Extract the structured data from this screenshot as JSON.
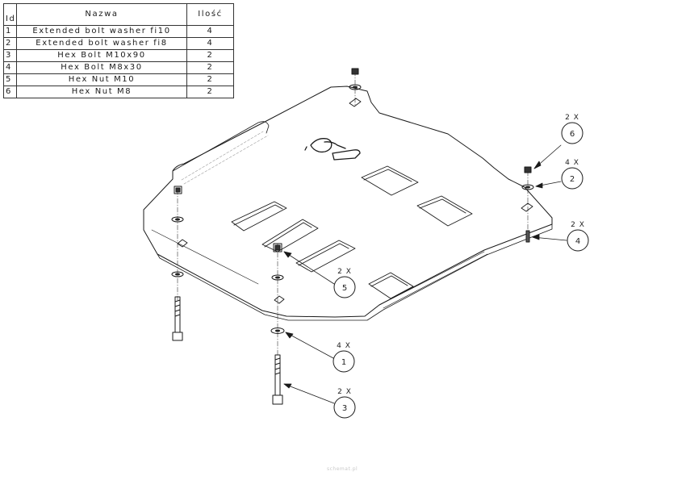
{
  "bom": {
    "headers": {
      "id": "Id",
      "name": "Nazwa",
      "qty": "Ilość"
    },
    "rows": [
      {
        "id": "1",
        "name": "Extended bolt washer fi10",
        "qty": "4"
      },
      {
        "id": "2",
        "name": "Extended bolt washer fi8",
        "qty": "4"
      },
      {
        "id": "3",
        "name": "Hex Bolt M10x90",
        "qty": "2"
      },
      {
        "id": "4",
        "name": "Hex Bolt M8x30",
        "qty": "2"
      },
      {
        "id": "5",
        "name": "Hex Nut M10",
        "qty": "2"
      },
      {
        "id": "6",
        "name": "Hex Nut M8",
        "qty": "2"
      }
    ]
  },
  "callouts": [
    {
      "id": "6",
      "qty": "2 X"
    },
    {
      "id": "2",
      "qty": "4 X"
    },
    {
      "id": "4",
      "qty": "2 X"
    },
    {
      "id": "5",
      "qty": "2 X"
    },
    {
      "id": "1",
      "qty": "4 X"
    },
    {
      "id": "3",
      "qty": "2 X"
    }
  ],
  "footer": "schemat.pl"
}
